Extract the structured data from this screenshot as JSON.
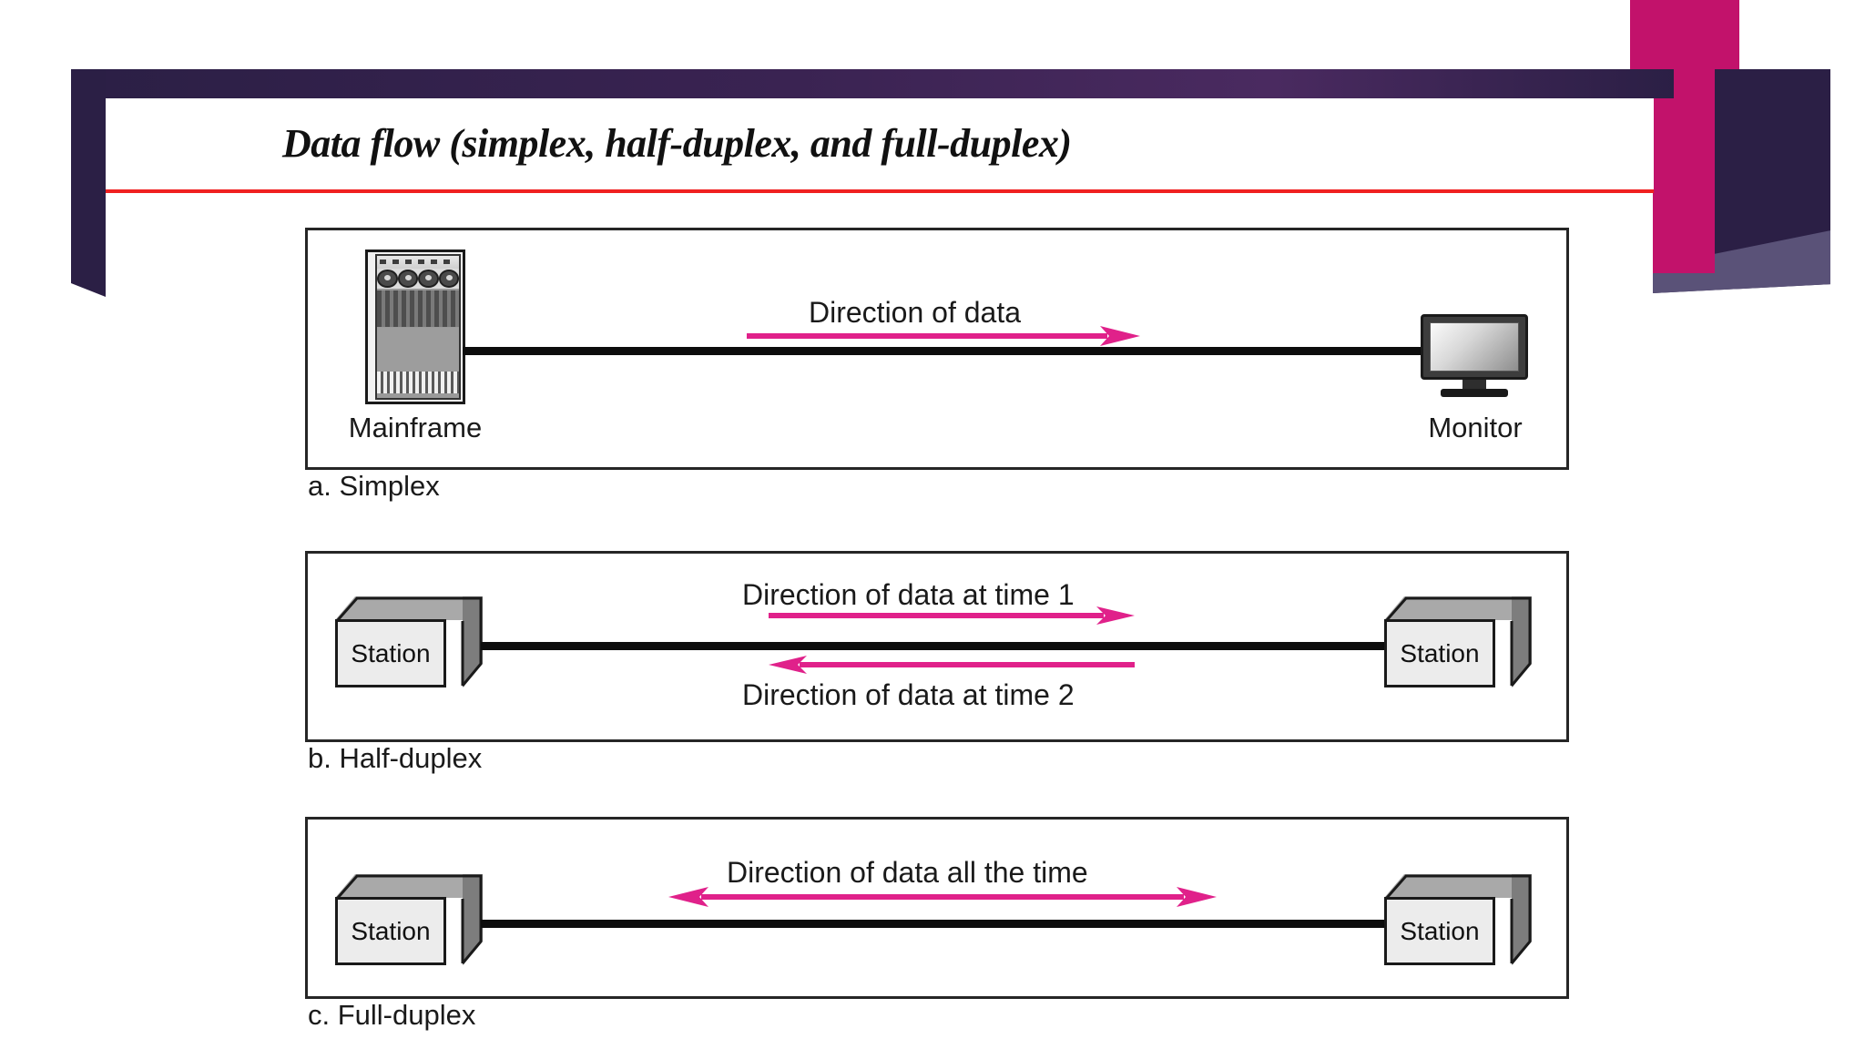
{
  "slide": {
    "title": "Data flow (simplex, half-duplex, and full-duplex)",
    "accent_dark": "#2b1f45",
    "accent_pink": "#c2126b",
    "rule_color": "#f02020",
    "arrow_color": "#e0218a"
  },
  "diagrams": [
    {
      "id": "simplex",
      "caption": "a. Simplex",
      "left_device": {
        "label": "Mainframe",
        "icon": "mainframe-icon"
      },
      "right_device": {
        "label": "Monitor",
        "icon": "monitor-icon"
      },
      "arrows": [
        {
          "label": "Direction of data",
          "direction": "right"
        }
      ]
    },
    {
      "id": "half-duplex",
      "caption": "b. Half-duplex",
      "left_device": {
        "label": "Station",
        "icon": "station-box-icon"
      },
      "right_device": {
        "label": "Station",
        "icon": "station-box-icon"
      },
      "arrows": [
        {
          "label": "Direction of data at time 1",
          "direction": "right"
        },
        {
          "label": "Direction of data at time 2",
          "direction": "left"
        }
      ]
    },
    {
      "id": "full-duplex",
      "caption": "c. Full-duplex",
      "left_device": {
        "label": "Station",
        "icon": "station-box-icon"
      },
      "right_device": {
        "label": "Station",
        "icon": "station-box-icon"
      },
      "arrows": [
        {
          "label": "Direction of data all the time",
          "direction": "both"
        }
      ]
    }
  ]
}
